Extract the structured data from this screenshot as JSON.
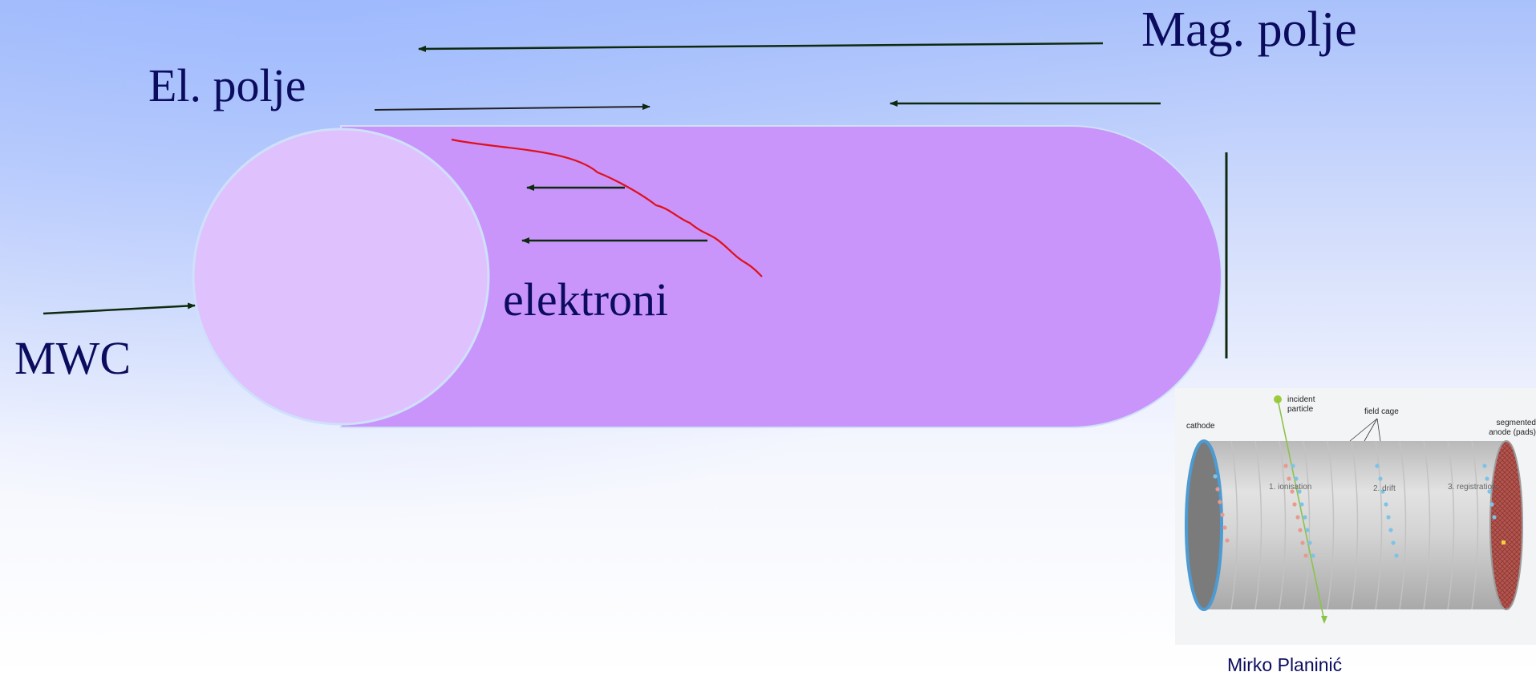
{
  "labels": {
    "electric_field": "El. polje",
    "magnetic_field": "Mag. polje",
    "mwc": "MWC",
    "electrons": "elektroni"
  },
  "tpc_schematic": {
    "incident_particle": "incident particle",
    "field_cage": "field cage",
    "cathode": "cathode",
    "segmented_anode": "segmented anode (pads)",
    "step_ionisation": "1. ionisation",
    "step_drift": "2. drift",
    "step_registration": "3. registration"
  },
  "credit": "Mirko Planinić",
  "colors": {
    "text_primary": "#0c0c5e",
    "cylinder_body": "#c995fb",
    "cylinder_endcap": "#dfc1fd",
    "track": "#e0101b",
    "arrows": "#0e2a0e"
  }
}
